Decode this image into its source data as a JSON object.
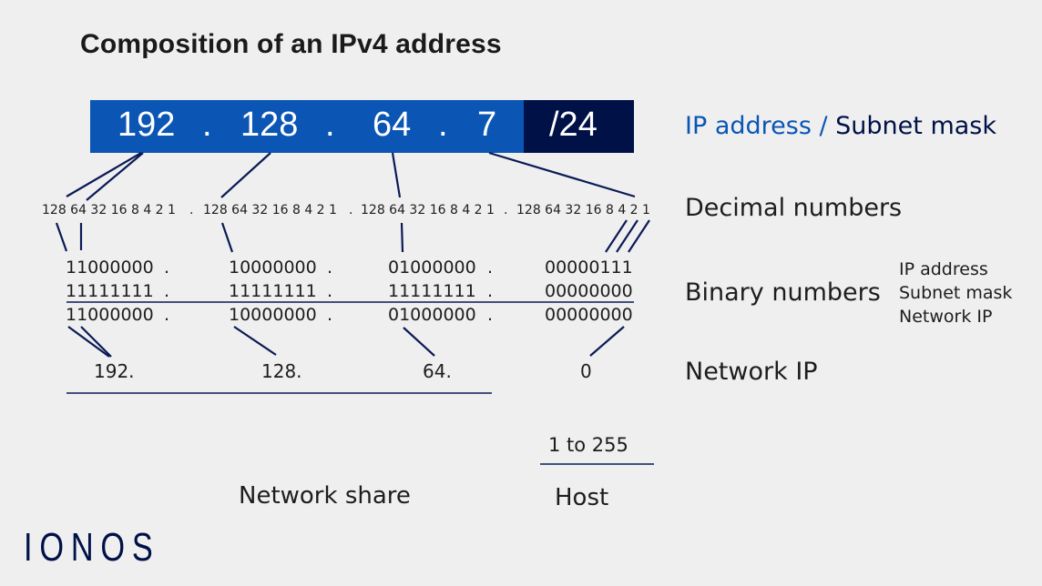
{
  "title": "Composition of an IPv4 address",
  "ip_bar": {
    "octets": [
      "192",
      "128",
      "64",
      "7"
    ],
    "separator": ".",
    "mask": "/24",
    "colors": {
      "ip": "#0b55b5",
      "mask": "#001148"
    }
  },
  "decimal_row": {
    "weights": "128 64 32 16 8 4 2 1",
    "separator": "."
  },
  "binary_rows": {
    "ip_address": [
      "11000000",
      "10000000",
      "01000000",
      "00000111"
    ],
    "subnet_mask": [
      "11111111",
      "11111111",
      "11111111",
      "00000000"
    ],
    "network_ip": [
      "11000000",
      "10000000",
      "01000000",
      "00000000"
    ],
    "separator": "."
  },
  "network_ip_values": [
    "192.",
    "128.",
    "64.",
    "0"
  ],
  "host_range": "1 to 255",
  "bottom_labels": {
    "network_share": "Network share",
    "host": "Host"
  },
  "right_labels": {
    "ip_address": "IP address",
    "slash": " / ",
    "subnet_mask": "Subnet mask",
    "decimal_numbers": "Decimal numbers",
    "binary_numbers": "Binary numbers",
    "binary_sub": [
      "IP address",
      "Subnet mask",
      "Network IP"
    ],
    "network_ip": "Network IP"
  },
  "logo": "IONOS"
}
